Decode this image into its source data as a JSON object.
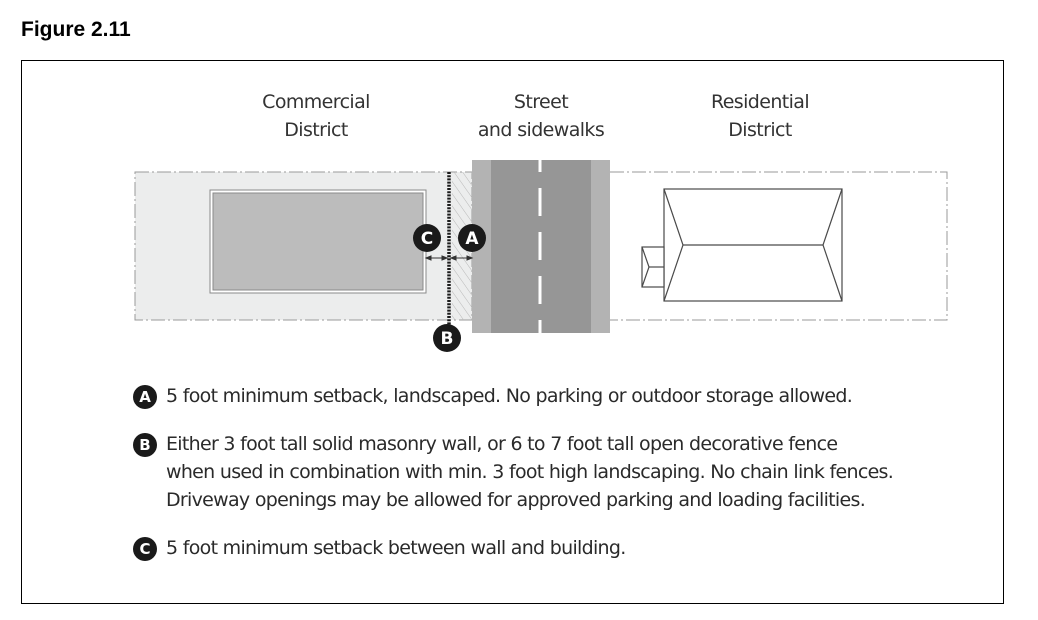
{
  "figure": {
    "title": "Figure 2.11"
  },
  "diagram": {
    "zones": [
      {
        "id": "commercial",
        "label_line1": "Commercial",
        "label_line2": "District"
      },
      {
        "id": "street",
        "label_line1": "Street",
        "label_line2": "and sidewalks"
      },
      {
        "id": "residential",
        "label_line1": "Residential",
        "label_line2": "District"
      }
    ],
    "markers": [
      {
        "id": "A",
        "label": "A"
      },
      {
        "id": "B",
        "label": "B"
      },
      {
        "id": "C",
        "label": "C"
      }
    ],
    "colors": {
      "commercial_lot": "#eceded",
      "commercial_building": "#bcbcbc",
      "sidewalk": "#b3b3b3",
      "road": "#969696",
      "lane_marking": "#ffffff",
      "lot_boundary": "#9a9a9a",
      "marker_fill": "#1a1a1a",
      "house_outline": "#4a4a4a"
    }
  },
  "legend": {
    "items": [
      {
        "badge": "A",
        "lines": [
          "5 foot minimum setback, landscaped. No parking or outdoor storage allowed."
        ]
      },
      {
        "badge": "B",
        "lines": [
          "Either 3 foot tall solid masonry wall, or 6 to 7 foot tall open decorative fence",
          "when used in combination with min. 3 foot high landscaping. No chain link fences.",
          "Driveway openings may be allowed for approved parking and loading facilities."
        ]
      },
      {
        "badge": "C",
        "lines": [
          "5 foot minimum setback between wall and building."
        ]
      }
    ]
  }
}
